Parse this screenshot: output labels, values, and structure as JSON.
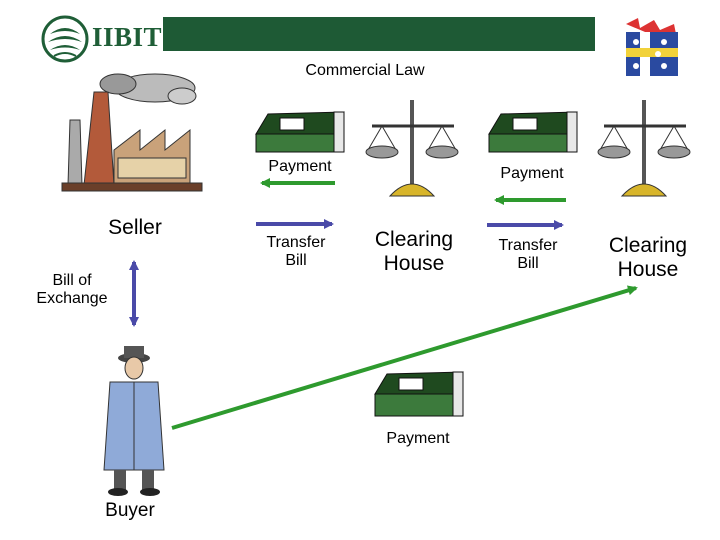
{
  "header": {
    "logo_text": "IIBIT",
    "title": "Commercial Law"
  },
  "labels": {
    "seller": "Seller",
    "buyer": "Buyer",
    "bill_of_exchange": "Bill of\nExchange",
    "payment_top_left": "Payment",
    "payment_top_right": "Payment",
    "payment_bottom": "Payment",
    "transfer_bill_1": "Transfer\nBill",
    "transfer_bill_2": "Transfer\nBill",
    "clearing_house_1": "Clearing\nHouse",
    "clearing_house_2": "Clearing\nHouse"
  },
  "colors": {
    "green_arrow": "#2e9a2e",
    "blue_arrow": "#4a4aa8",
    "header_green": "#1e5a35",
    "money_green": "#2c5e2c",
    "scale_gold": "#d8b52a"
  }
}
